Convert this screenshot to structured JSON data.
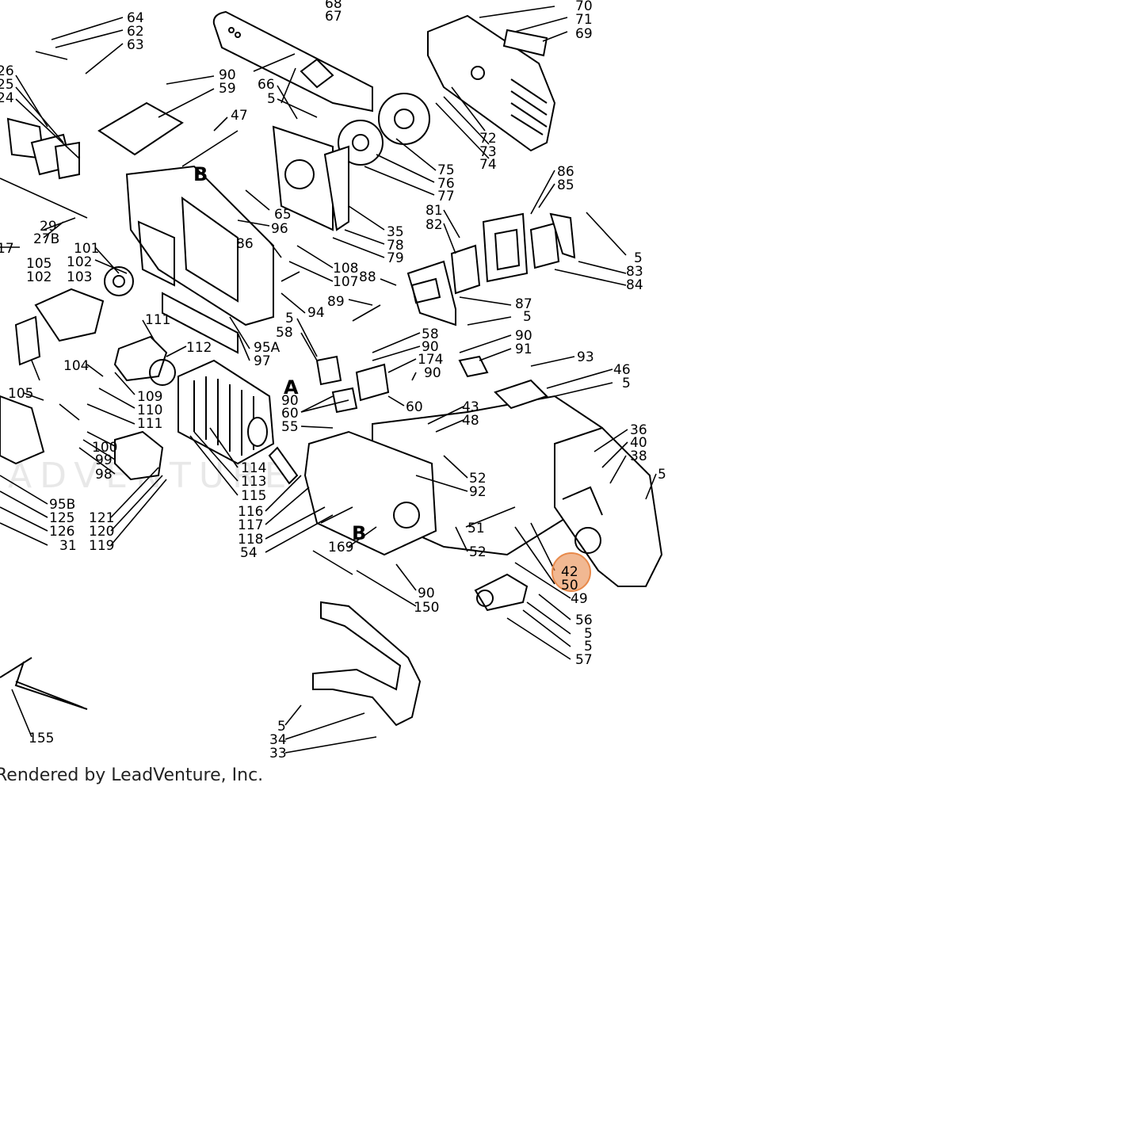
{
  "diagram": {
    "watermark": "ADVENTURE",
    "footer": "Rendered by LeadVenture, Inc.",
    "highlight_color": "#e8894a",
    "highlighted_labels": [
      "42",
      "50"
    ],
    "view_markers": [
      "A",
      "B",
      "B"
    ],
    "labels": [
      "68",
      "67",
      "64",
      "62",
      "63",
      "70",
      "71",
      "69",
      "26",
      "25",
      "24",
      "90",
      "59",
      "66",
      "5",
      "47",
      "72",
      "73",
      "74",
      "75",
      "76",
      "77",
      "86",
      "85",
      "29",
      "27B",
      "B",
      "65",
      "96",
      "35",
      "78",
      "79",
      "81",
      "82",
      "5",
      "83",
      "84",
      "17",
      "86",
      "108",
      "107",
      "101",
      "105",
      "102",
      "102",
      "103",
      "88",
      "87",
      "5",
      "94",
      "89",
      "111",
      "112",
      "95A",
      "97",
      "5",
      "58",
      "58",
      "90",
      "90",
      "91",
      "93",
      "46",
      "5",
      "104",
      "109",
      "110",
      "111",
      "174",
      "90",
      "60",
      "60",
      "105",
      "100",
      "99",
      "98",
      "114",
      "113",
      "115",
      "A",
      "90",
      "55",
      "43",
      "48",
      "36",
      "40",
      "38",
      "5",
      "52",
      "92",
      "95B",
      "125",
      "126",
      "31",
      "121",
      "120",
      "119",
      "116",
      "117",
      "118",
      "54",
      "B",
      "169",
      "51",
      "52",
      "42",
      "50",
      "49",
      "90",
      "150",
      "56",
      "5",
      "5",
      "57",
      "155",
      "5",
      "34",
      "33"
    ]
  }
}
